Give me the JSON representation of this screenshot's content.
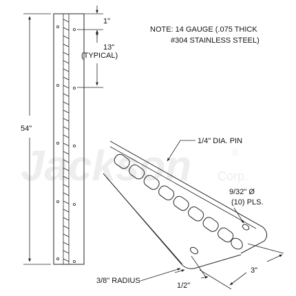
{
  "note": {
    "line1": "NOTE: 14 GAUGE (.075 THICK",
    "line2": "#304 STAINLESS STEEL)"
  },
  "dimensions": {
    "overall_length": "54\"",
    "first_hole_offset": "1\"",
    "hole_spacing": "13\"",
    "hole_spacing_qualifier": "(TYPICAL)",
    "pin_diameter": "1/4\" DIA. PIN",
    "hole_size": "9/32\" Ø",
    "hole_count": "(10) PLS.",
    "width": "3\"",
    "hole_edge_offset": "1/2\"",
    "corner_radius": "3/8\" RADIUS"
  },
  "watermark": {
    "brand": "Jackson",
    "suffix": "Corp.",
    "mark": "®"
  },
  "colors": {
    "line": "#222222",
    "watermark": "#eeeeee",
    "background": "#ffffff"
  }
}
